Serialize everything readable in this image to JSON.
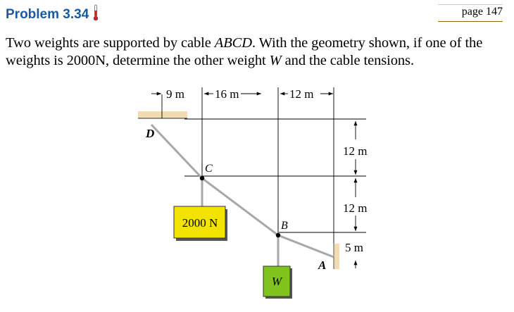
{
  "header": {
    "title": "Problem 3.34",
    "page": "page 147"
  },
  "statement": {
    "part1": "Two weights are supported by cable ",
    "cable": "ABCD",
    "part2": ". With the geometry shown, if one of the weights is 2000N, determine the other weight ",
    "weight": "W",
    "part3": " and the cable tensions."
  },
  "figure": {
    "dims": {
      "h1": "9 m",
      "h2": "16 m",
      "h3": "12 m",
      "v1": "12 m",
      "v2": "12 m",
      "v3": "5 m"
    },
    "points": {
      "A": "A",
      "B": "B",
      "C": "C",
      "D": "D"
    },
    "weights": {
      "known": "2000 N",
      "unknown": "W"
    },
    "colors": {
      "known_block": "#f2e400",
      "unknown_block": "#7fc31c",
      "wall": "#f3dcb2",
      "cable": "#a8a8a8"
    }
  }
}
